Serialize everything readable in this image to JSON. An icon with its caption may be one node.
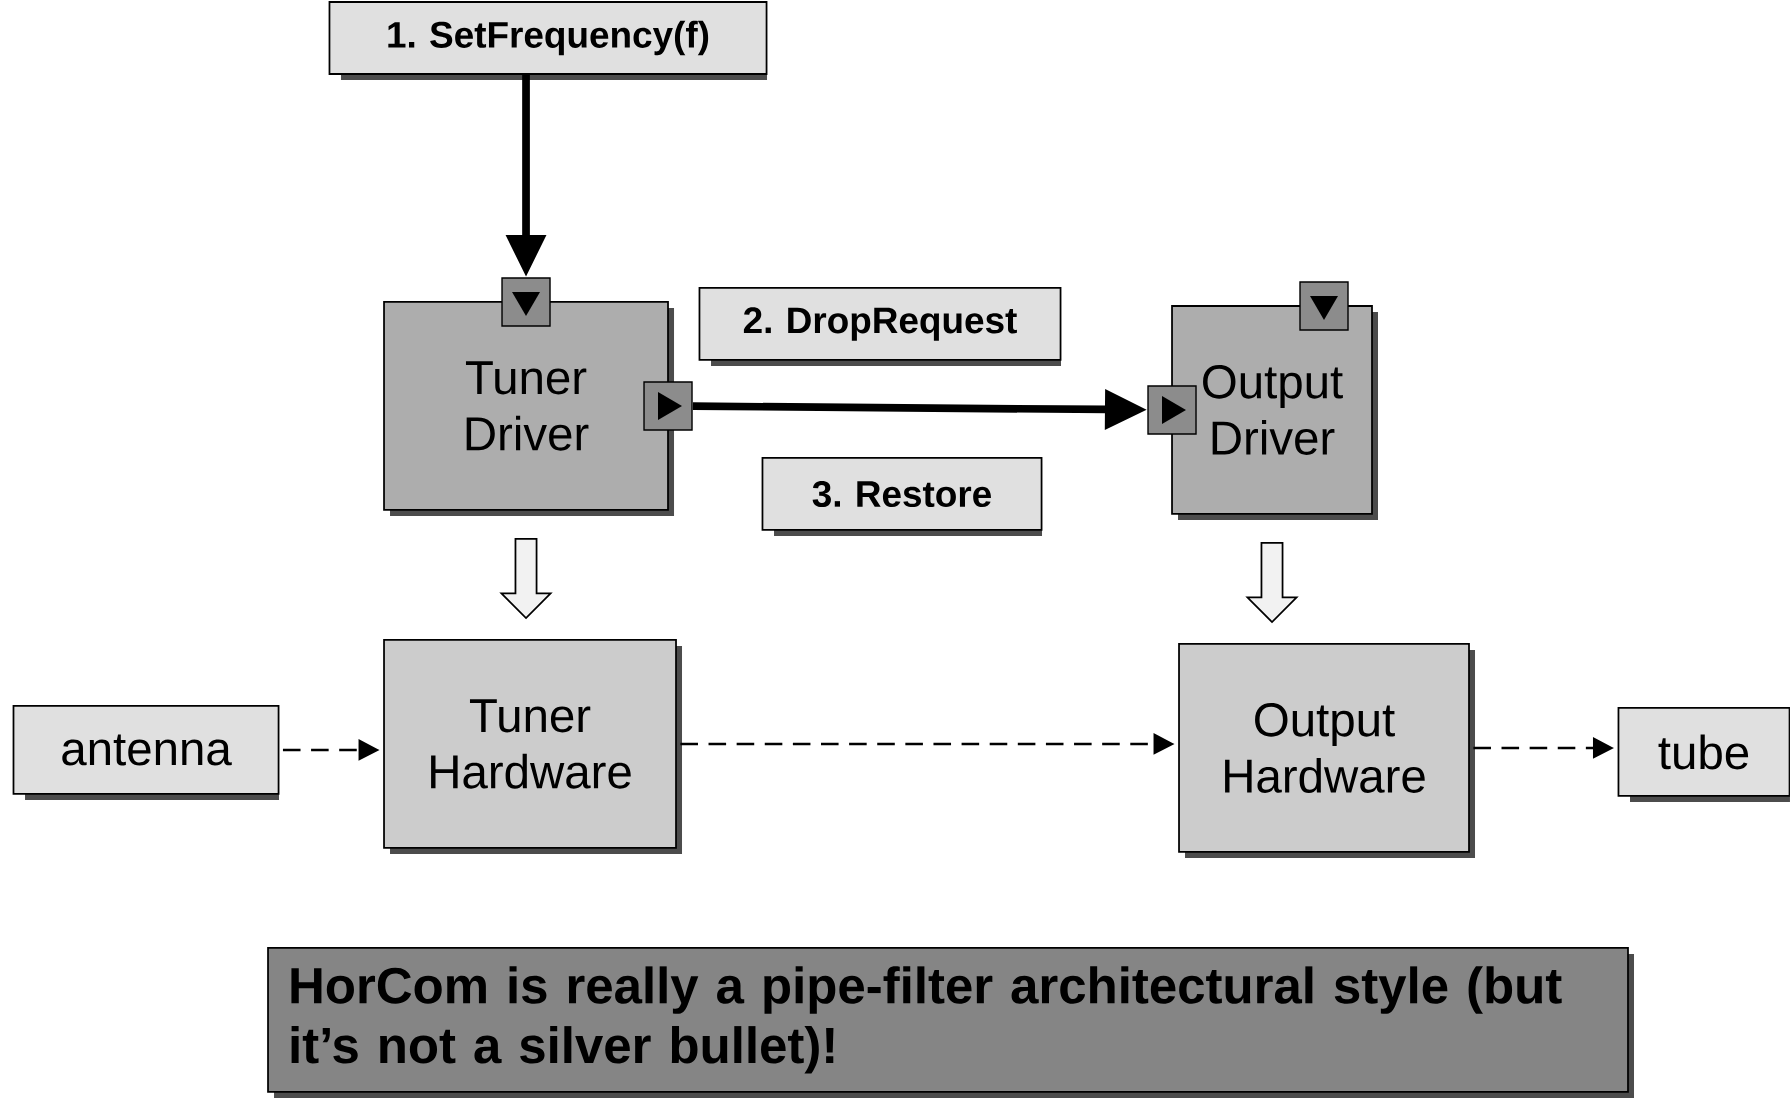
{
  "diagram": {
    "nodes": [
      {
        "text": [
          "1. SetFrequency(f)"
        ]
      },
      {
        "text": [
          "Tuner Driver"
        ]
      },
      {
        "text": [
          "Output Driver"
        ]
      },
      {
        "text": [
          "Tuner Hardware"
        ]
      },
      {
        "text": [
          "Output Hardware"
        ]
      },
      {
        "text": [
          "antenna"
        ]
      },
      {
        "text": [
          "tube"
        ]
      },
      {
        "text": [
          "HorCom is really a pipe-filter architectural style (but it’s not a silver bullet)!"
        ]
      },
      {
        "text": [
          "2. DropRequest"
        ]
      },
      {
        "text": [
          "3. Restore"
        ]
      }
    ],
    "edges": [
      {
        "from": 0,
        "to": 1,
        "arrow": "to",
        "style": "thick"
      },
      {
        "from": 1,
        "to": 2,
        "arrow": "to",
        "style": "thick"
      },
      {
        "from": 1,
        "to": 3,
        "arrow": "to"
      },
      {
        "from": 2,
        "to": 4,
        "arrow": "to"
      },
      {
        "from": 5,
        "to": 3,
        "arrow": "to",
        "style": "dashed"
      },
      {
        "from": 3,
        "to": 4,
        "arrow": "to",
        "style": "dashed"
      },
      {
        "from": 4,
        "to": 6,
        "arrow": "to",
        "style": "dashed"
      }
    ]
  }
}
